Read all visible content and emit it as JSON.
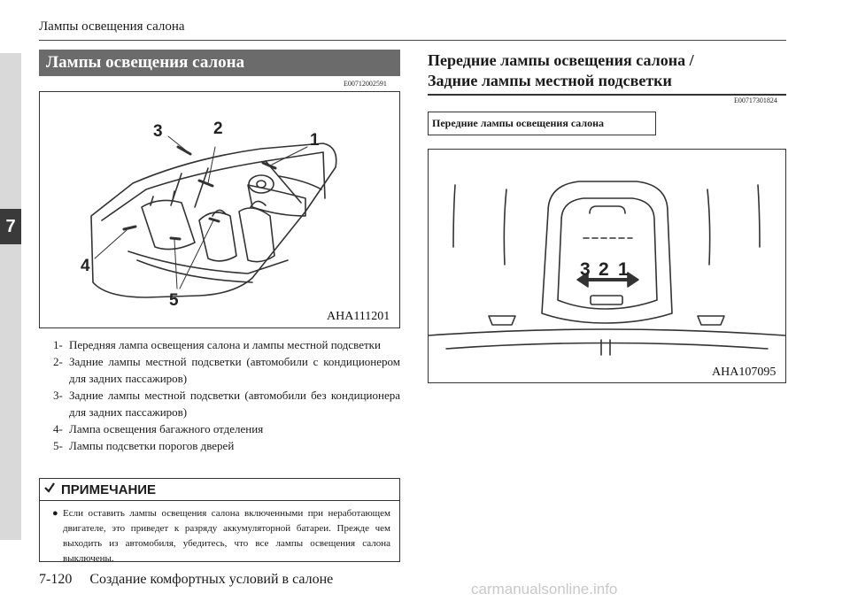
{
  "running_head": "Лампы освещения салона",
  "chapter_tab": "7",
  "left": {
    "section_title": "Лампы освещения салона",
    "doc_code": "E00712002591",
    "figure": {
      "code": "AHA111201",
      "callouts": [
        "1",
        "2",
        "3",
        "4",
        "5"
      ]
    },
    "legend": [
      {
        "num": "1-",
        "text": "Передняя лампа освещения салона и лампы местной подсветки"
      },
      {
        "num": "2-",
        "text": "Задние лампы местной подсветки (автомобили с кондиционером для задних пассажиров)"
      },
      {
        "num": "3-",
        "text": "Задние лампы местной подсветки (автомобили без кондиционера для задних пассажиров)"
      },
      {
        "num": "4-",
        "text": "Лампа освещения багажного отделения"
      },
      {
        "num": "5-",
        "text": "Лампы подсветки порогов дверей"
      }
    ],
    "note": {
      "title": "ПРИМЕЧАНИЕ",
      "icon": "check-icon",
      "text": "Если оставить лампы освещения салона включенными при неработающем двигателе, это приведет к разряду аккумуляторной батареи. Прежде чем выходить из автомобиля, убедитесь, что все лампы освещения салона выключены."
    }
  },
  "right": {
    "heading_line1": "Передние лампы освещения салона /",
    "heading_line2": "Задние лампы местной подсветки",
    "doc_code": "E00717301824",
    "subheading": "Передние лампы освещения салона",
    "figure": {
      "code": "AHA107095",
      "labels": [
        "3",
        "2",
        "1"
      ]
    }
  },
  "footer": {
    "page_number": "7-120",
    "chapter_title": "Создание комфортных условий в салоне"
  },
  "watermark": "carmanualsonline.info"
}
